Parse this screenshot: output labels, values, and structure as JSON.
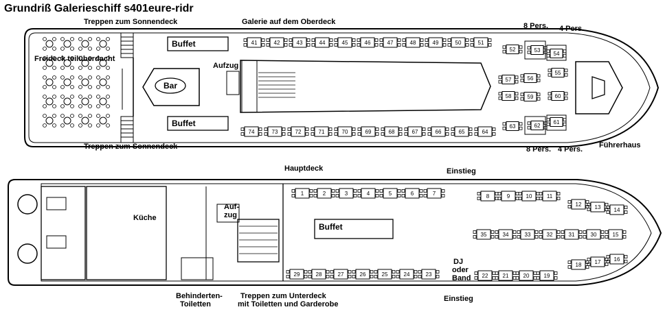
{
  "title": "Grundriß Galerieschiff s401eure-ridr",
  "upper_deck": {
    "labels": {
      "stairs_top": "Treppen zum Sonnendeck",
      "stairs_bottom": "Treppen zum Sonnendeck",
      "gallery": "Galerie auf dem Oberdeck",
      "open_deck": "Freideck teilüberdacht",
      "bar": "Bar",
      "elevator": "Aufzug",
      "buffet_top": "Buffet",
      "buffet_bottom": "Buffet",
      "pers8_top": "8 Pers.",
      "pers4_top": "4 Pers.",
      "pers8_bottom": "8 Pers.",
      "pers4_bottom": "4 Pers.",
      "wheelhouse": "Führerhaus"
    },
    "tables_top": [
      "41",
      "42",
      "43",
      "44",
      "45",
      "46",
      "47",
      "48",
      "49",
      "50",
      "51"
    ],
    "tables_bottom": [
      "74",
      "73",
      "72",
      "71",
      "70",
      "69",
      "68",
      "67",
      "66",
      "65",
      "64"
    ],
    "tables_bow": [
      "52",
      "53",
      "54",
      "55",
      "56",
      "57",
      "58",
      "59",
      "60",
      "61",
      "62",
      "63"
    ]
  },
  "main_deck": {
    "labels": {
      "main": "Hauptdeck",
      "boarding_top": "Einstieg",
      "boarding_bottom": "Einstieg",
      "kitchen": "Küche",
      "elevator_1": "Auf-",
      "elevator_2": "zug",
      "buffet": "Buffet",
      "dj_1": "DJ",
      "dj_2": "oder",
      "dj_3": "Band",
      "accessible_wc_1": "Behinderten-",
      "accessible_wc_2": "Toiletten",
      "stairs_lower_1": "Treppen zum Unterdeck",
      "stairs_lower_2": "mit Toiletten und Garderobe"
    },
    "tables_top": [
      "1",
      "2",
      "3",
      "4",
      "5",
      "6",
      "7",
      "8",
      "9",
      "10",
      "11",
      "12",
      "13",
      "14"
    ],
    "tables_mid": [
      "35",
      "34",
      "33",
      "32",
      "31",
      "30",
      "15"
    ],
    "tables_bottom": [
      "29",
      "28",
      "27",
      "26",
      "25",
      "24",
      "23",
      "22",
      "21",
      "20",
      "19",
      "18",
      "17",
      "16"
    ]
  }
}
